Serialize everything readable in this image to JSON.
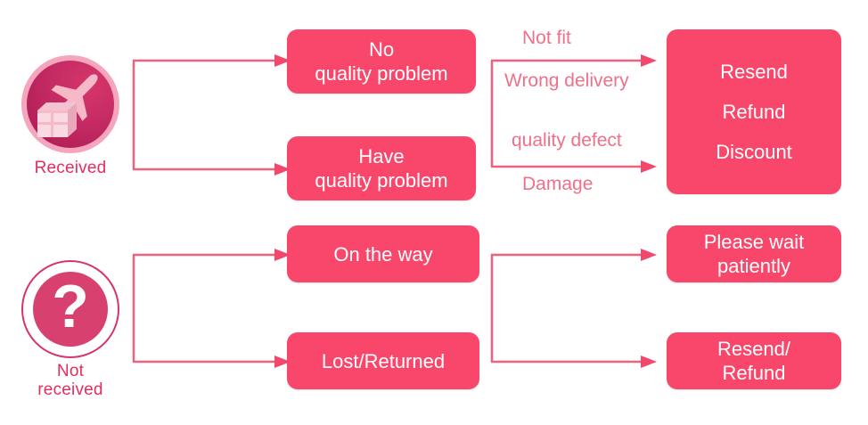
{
  "diagram": {
    "title": "Order status resolution flowchart",
    "colors": {
      "box_fill": "#F9476B",
      "box_text": "#FFFFFF",
      "connector": "#F0607F",
      "edge_label": "#F07089",
      "status_label": "#E62D5E",
      "background": "#FFFFFF"
    },
    "status_nodes": [
      {
        "id": "received",
        "label": "Received",
        "icon": "airplane-package-icon"
      },
      {
        "id": "not-received",
        "label": "Not\nreceived",
        "icon": "question-mark-icon"
      }
    ],
    "stage_boxes": [
      {
        "id": "no-quality-problem",
        "lines": [
          "No",
          "quality problem"
        ]
      },
      {
        "id": "have-quality-problem",
        "lines": [
          "Have",
          "quality problem"
        ]
      },
      {
        "id": "on-the-way",
        "lines": [
          "On the way"
        ]
      },
      {
        "id": "lost-returned",
        "lines": [
          "Lost/Returned"
        ]
      }
    ],
    "outcome_boxes": [
      {
        "id": "resend-refund-discount",
        "lines": [
          "Resend",
          "Refund",
          "Discount"
        ]
      },
      {
        "id": "please-wait-patiently",
        "lines": [
          "Please wait",
          "patiently"
        ]
      },
      {
        "id": "resend-refund",
        "lines": [
          "Resend/",
          "Refund"
        ]
      }
    ],
    "edge_labels": [
      {
        "id": "not-fit",
        "text": "Not fit"
      },
      {
        "id": "wrong-delivery",
        "text": "Wrong delivery"
      },
      {
        "id": "quality-defect",
        "text": "quality defect"
      },
      {
        "id": "damage",
        "text": "Damage"
      }
    ]
  }
}
